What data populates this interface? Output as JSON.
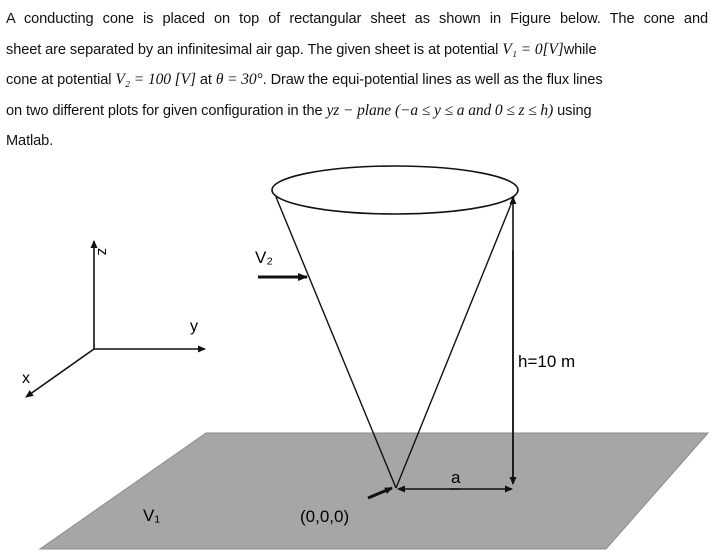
{
  "problem": {
    "line1": "A conducting cone is placed on top of rectangular sheet as shown in Figure below. The cone and",
    "line2_text": "sheet are separated by an infinitesimal air gap. The given sheet is at potential",
    "line2_math": "V₁ = 0[V]",
    "line2_tail": "while",
    "line3_text": "cone at potential",
    "line3_math1": "V₂ = 100 [V]",
    "line3_mid": "at",
    "line3_math2": "θ = 30°",
    "line3_tail": ". Draw the equi-potential lines as well as the flux lines",
    "line4_text": "on two different plots for given configuration in the",
    "line4_math1": "yz − plane",
    "line4_math2": "(−a ≤ y ≤ a and 0 ≤ z ≤ h)",
    "line4_tail": "using",
    "line5": "Matlab."
  },
  "figure": {
    "axis_z": "z",
    "axis_y": "y",
    "axis_x": "x",
    "v2_label": "V₂",
    "v1_label": "V₁",
    "height_label": "h=10 m",
    "a_label": "a",
    "origin_label": "(0,0,0)",
    "sheet_color": "#a6a6a6"
  }
}
